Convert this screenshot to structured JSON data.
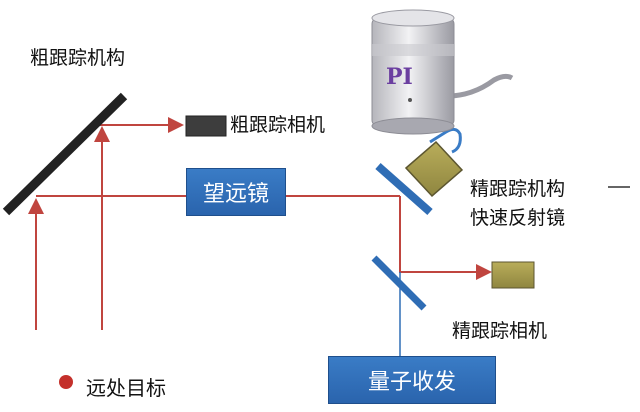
{
  "labels": {
    "coarse_mechanism": "粗跟踪机构",
    "coarse_camera": "粗跟踪相机",
    "fine_mechanism_line1": "精跟踪机构",
    "fine_mechanism_line2": "快速反射镜",
    "fine_camera": "精跟踪相机",
    "far_target": "远处目标"
  },
  "boxes": {
    "telescope": "望远镜",
    "quantum": "量子收发"
  },
  "actuator_logo": "PI",
  "colors": {
    "beam": "#c0453f",
    "box_fill": "#2f6db5",
    "camera_coarse": "#3d3d3d",
    "camera_fine": "#a59a4a",
    "quantum_line": "#2f6db5"
  }
}
